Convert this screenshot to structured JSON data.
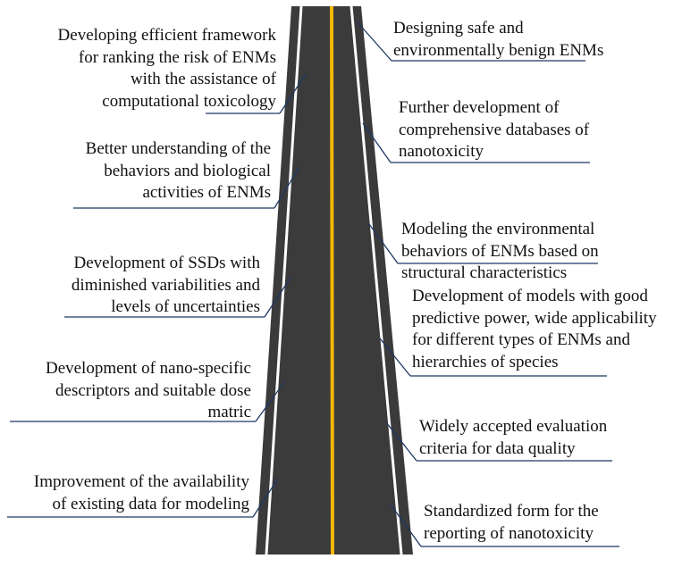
{
  "colors": {
    "road": "#3b3b3b",
    "edge_line": "#ffffff",
    "center_line": "#f2b705",
    "leader_line": "#1f3763",
    "text": "#111111"
  },
  "left_items": [
    {
      "lines": [
        "Developing efficient framework",
        "for ranking the risk of ENMs",
        "with the assistance of",
        "computational toxicology"
      ]
    },
    {
      "lines": [
        "Better understanding of the",
        "behaviors and biological",
        "activities of ENMs"
      ]
    },
    {
      "lines": [
        "Development of SSDs with",
        "diminished variabilities and",
        "levels of uncertainties"
      ]
    },
    {
      "lines": [
        "Development of nano-specific",
        "descriptors and suitable dose",
        "matric"
      ]
    },
    {
      "lines": [
        "Improvement of the availability",
        "of existing data for modeling"
      ]
    }
  ],
  "right_items": [
    {
      "lines": [
        "Designing safe and",
        "environmentally benign ENMs"
      ]
    },
    {
      "lines": [
        "Further development of",
        "comprehensive databases of",
        "nanotoxicity"
      ]
    },
    {
      "lines": [
        "Modeling the environmental",
        "behaviors of ENMs based on",
        "structural characteristics"
      ]
    },
    {
      "lines": [
        "Development of models with good",
        "predictive power, wide applicability",
        "for different types of ENMs and",
        "hierarchies of species"
      ]
    },
    {
      "lines": [
        "Widely accepted evaluation",
        "criteria for data quality"
      ]
    },
    {
      "lines": [
        "Standardized form for the",
        "reporting of nanotoxicity"
      ]
    }
  ]
}
